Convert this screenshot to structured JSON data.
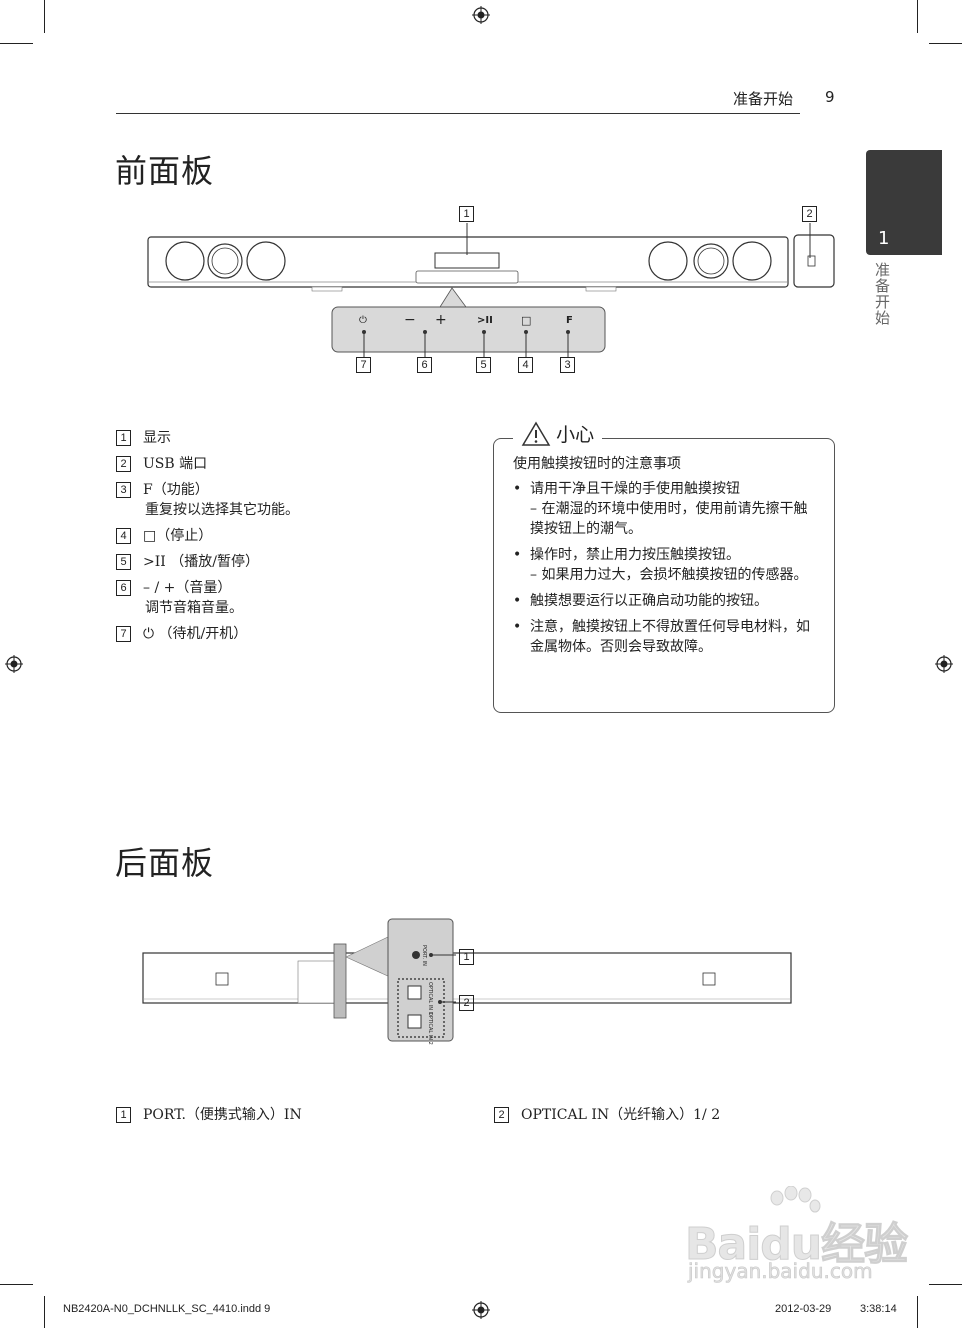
{
  "header": {
    "section": "准备开始",
    "page_number": "9"
  },
  "chapter_tab": {
    "number": "1",
    "label": "准备开始"
  },
  "front": {
    "title": "前面板",
    "callouts": [
      "1",
      "2",
      "7",
      "6",
      "5",
      "4",
      "3"
    ],
    "panel_buttons": [
      "⏻",
      "−",
      "+",
      ">II",
      "□",
      "F"
    ],
    "legend": [
      {
        "num": "1",
        "text": "显示",
        "sub": ""
      },
      {
        "num": "2",
        "text": "USB 端口",
        "sub": ""
      },
      {
        "num": "3",
        "text": "F（功能）",
        "sub": "重复按以选择其它功能。"
      },
      {
        "num": "4",
        "text": "□（停止）",
        "sub": ""
      },
      {
        "num": "5",
        "text": ">II （播放/暂停）",
        "sub": ""
      },
      {
        "num": "6",
        "text": "– / +（音量）",
        "sub": "调节音箱音量。"
      },
      {
        "num": "7",
        "text": "⏻ （待机/开机）",
        "sub": ""
      }
    ]
  },
  "caution": {
    "label": "小心",
    "intro": "使用触摸按钮时的注意事项",
    "items": [
      {
        "text": "请用干净且干燥的手使用触摸按钮",
        "note": "– 在潮湿的环境中使用时，使用前请先擦干触摸按钮上的潮气。"
      },
      {
        "text": "操作时，禁止用力按压触摸按钮。",
        "note": "– 如果用力过大，会损坏触摸按钮的传感器。"
      },
      {
        "text": "触摸想要运行以正确启动功能的按钮。",
        "note": ""
      },
      {
        "text": "注意，触摸按钮上不得放置任何导电材料，如金属物体。否则会导致故障。",
        "note": ""
      }
    ]
  },
  "rear": {
    "title": "后面板",
    "callouts": [
      "1",
      "2"
    ],
    "port_labels": {
      "port": "PORT. IN",
      "optical1": "OPTICAL IN 1",
      "optical2": "OPTICAL IN 2"
    },
    "legend": [
      {
        "num": "1",
        "text": "PORT.（便携式输入）IN"
      },
      {
        "num": "2",
        "text": "OPTICAL IN（光纤输入）1/ 2"
      }
    ]
  },
  "watermark": {
    "brand": "Baidu经验",
    "url": "jingyan.baidu.com"
  },
  "footer": {
    "file": "NB2420A-N0_DCHNLLK_SC_4410.indd   9",
    "date": "2012-03-29",
    "time": "3:38:14"
  }
}
